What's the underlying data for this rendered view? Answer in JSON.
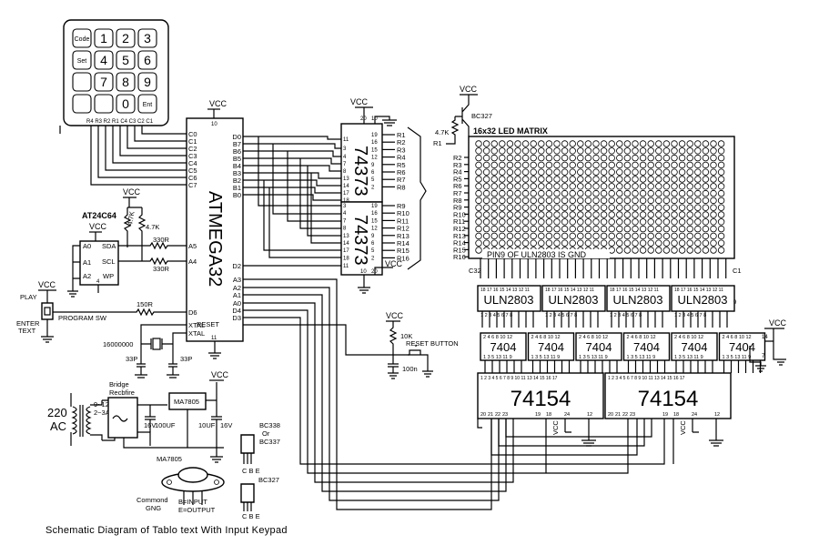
{
  "caption": "Schematic  Diagram  of  Tablo text  With  Input  Keypad",
  "keypad": {
    "keys": [
      "Code",
      "1",
      "2",
      "3",
      "Set",
      "4",
      "5",
      "6",
      "",
      "7",
      "8",
      "9",
      "",
      "",
      "0",
      "Ent"
    ],
    "pins": "R4 R3 R2 R1 C4 C3 C2 C1"
  },
  "mcu": {
    "name": "ATMEGA32",
    "vcc": "VCC",
    "pin_top": "10",
    "pin_bottom": "11",
    "left_pins": [
      "C0",
      "C1",
      "C2",
      "C3",
      "C4",
      "C5",
      "C6",
      "C7",
      "A5",
      "A4",
      "D6",
      "XTAL",
      "XTAL",
      "RESET"
    ],
    "right_pins": [
      "D0",
      "B7",
      "B6",
      "B5",
      "B4",
      "B3",
      "B2",
      "B1",
      "B0",
      "D2",
      "A3",
      "A2",
      "A1",
      "A0",
      "D4",
      "D3"
    ]
  },
  "latch": {
    "name": "74373",
    "vcc": "VCC",
    "pin_top_a": "20",
    "pin_top_b": "10",
    "pin_bottom_a": "10",
    "pin_bottom_b": "20",
    "upper_outputs": [
      "R1",
      "R2",
      "R3",
      "R4",
      "R5",
      "R6",
      "R7",
      "R8"
    ],
    "lower_outputs": [
      "R9",
      "R10",
      "R11",
      "R12",
      "R13",
      "R14",
      "R15",
      "R16"
    ],
    "upper_in_pins": [
      "11",
      "3",
      "4",
      "7",
      "8",
      "13",
      "14",
      "17",
      "18"
    ],
    "upper_out_pins": [
      "19",
      "16",
      "15",
      "12",
      "9",
      "6",
      "5",
      "2"
    ],
    "lower_in_pins": [
      "3",
      "4",
      "7",
      "8",
      "13",
      "14",
      "17",
      "18"
    ],
    "lower_out_pins": [
      "19",
      "16",
      "15",
      "12",
      "9",
      "6",
      "5",
      "2"
    ],
    "lower_enable_pin": "11"
  },
  "eeprom": {
    "name": "AT24C64",
    "vcc": "VCC",
    "pins": [
      "A0",
      "A1",
      "A2",
      "SDA",
      "SCL",
      "WP"
    ],
    "gnd_pin": "4",
    "r1": "4.7K",
    "r2": "4.7K",
    "r3": "330R",
    "r4": "330R"
  },
  "play": {
    "vcc": "VCC",
    "label": "PLAY",
    "enter": "ENTER",
    "text": "TEXT",
    "sw": "PROGRAM SW",
    "resistor": "150R"
  },
  "crystal": {
    "freq": "16000000",
    "c1": "33P",
    "c2": "33P"
  },
  "reset": {
    "vcc": "VCC",
    "r": "10K",
    "label": "RESET BUTTON",
    "c": "100n"
  },
  "transistor": {
    "vcc": "VCC",
    "name": "BC327",
    "r": "4.7K",
    "r_label": "R1"
  },
  "matrix": {
    "title": "16x32  LED  MATRIX",
    "rows": [
      "R2",
      "R3",
      "R4",
      "R5",
      "R6",
      "R7",
      "R8",
      "R9",
      "R10",
      "R11",
      "R12",
      "R13",
      "R14",
      "R15",
      "R16"
    ],
    "note": "PIN9 OF ULN2803 IS GND",
    "c32": "C32",
    "c1": "C1"
  },
  "uln": {
    "name": "ULN2803",
    "top_pins": "18 17 16 15 14 13 12 11",
    "bottom_pins": "1 2 3 4 5 6 7 8",
    "extra": "9"
  },
  "inv": {
    "name": "7404",
    "top_pins": "2 4 6 8 10 12",
    "bottom_pins": "1 3 5 13 11 9",
    "vcc": "VCC",
    "p14": "14",
    "p7": "7"
  },
  "dec": {
    "name": "74154",
    "top_pins": "1 2 3 4 5 6 7 8 9 10 11 13 14 15 16 17",
    "bottom_pins": [
      "20",
      "21",
      "22",
      "23",
      "19",
      "18",
      "24",
      "12"
    ],
    "vcc": "VCC"
  },
  "power": {
    "ac": "220",
    "ac2": "AC",
    "sec1": "9~12V",
    "sec2": "2~3A",
    "bridge1": "Bridge",
    "bridge2": "Recbfire",
    "reg": "MA7805",
    "c1v": "16V",
    "c1": "100UF",
    "c2v": "16V",
    "c2": "10UF",
    "vcc": "VCC"
  },
  "parts": {
    "bc338": "BC338",
    "or": "Or",
    "bc337": "BC337",
    "cbe": "C B E",
    "bc327": "BC327",
    "cbe2": "C B E",
    "reg": "MA7805",
    "common": "Commond",
    "gng": "GNG",
    "b_in": "B=INPUT",
    "e_out": "E=OUTPUT"
  }
}
